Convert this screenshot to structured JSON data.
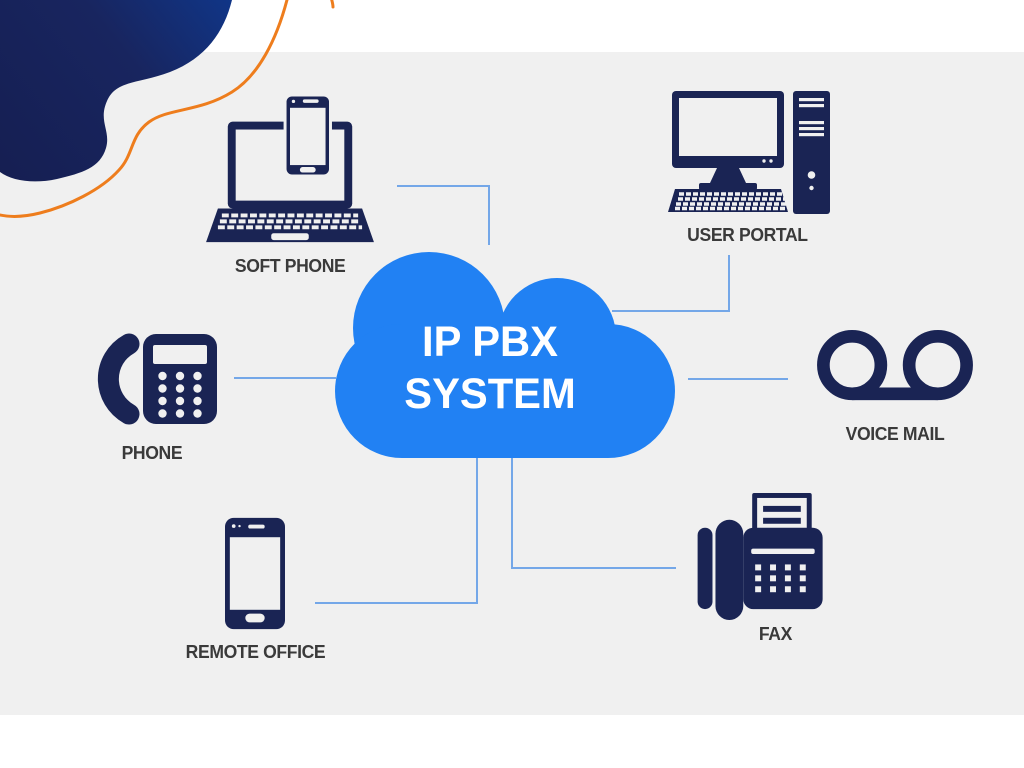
{
  "diagram": {
    "cloud": {
      "line1": "IP PBX",
      "line2": "SYSTEM"
    },
    "nodes": [
      {
        "id": "soft-phone",
        "label": "SOFT PHONE",
        "icon": "laptop-with-smartphone-icon"
      },
      {
        "id": "user-portal",
        "label": "USER PORTAL",
        "icon": "desktop-computer-icon"
      },
      {
        "id": "phone",
        "label": "PHONE",
        "icon": "desk-telephone-icon"
      },
      {
        "id": "voice-mail",
        "label": "VOICE MAIL",
        "icon": "voicemail-reels-icon"
      },
      {
        "id": "remote-office",
        "label": "REMOTE OFFICE",
        "icon": "smartphone-icon"
      },
      {
        "id": "fax",
        "label": "FAX",
        "icon": "fax-machine-icon"
      }
    ],
    "colors": {
      "cloud_blue": "#2181f3",
      "icon_navy": "#1a2454",
      "connector_blue": "#74a7e8",
      "label_gray": "#3a3a3a",
      "accent_orange": "#ee7d1d",
      "blob_navy_dark": "#151d4f",
      "blob_navy_light": "#0c3e9c",
      "canvas_gray": "#f0f0f0",
      "page_white": "#ffffff"
    }
  }
}
